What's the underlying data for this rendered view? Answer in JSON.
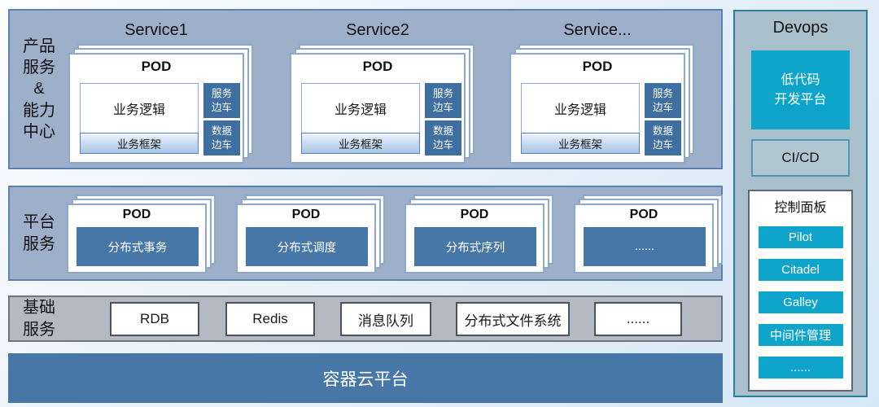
{
  "colors": {
    "section_fill": "#9dafc9",
    "section_border": "#5b82b5",
    "steel_blue": "#4677a6",
    "sidecar_blue": "#3f6fa0",
    "base_fill": "#b4bac4",
    "base_border": "#6e747e",
    "devops_fill": "#a9bfcb",
    "devops_border": "#2a7e99",
    "cyan": "#0fa5cb",
    "sheet_border": "#8fa9cc"
  },
  "product_section": {
    "label": "产品\n服务\n&\n能力\n中心",
    "services": [
      {
        "title": "Service1",
        "pod_label": "POD",
        "logic": "业务逻辑",
        "framework": "业务框架",
        "sidecar_top": "服务\n边车",
        "sidecar_bottom": "数据\n边车"
      },
      {
        "title": "Service2",
        "pod_label": "POD",
        "logic": "业务逻辑",
        "framework": "业务框架",
        "sidecar_top": "服务\n边车",
        "sidecar_bottom": "数据\n边车"
      },
      {
        "title": "Service...",
        "pod_label": "POD",
        "logic": "业务逻辑",
        "framework": "业务框架",
        "sidecar_top": "服务\n边车",
        "sidecar_bottom": "数据\n边车"
      }
    ]
  },
  "platform_section": {
    "label": "平台\n服务",
    "pods": [
      {
        "pod_label": "POD",
        "name": "分布式事务"
      },
      {
        "pod_label": "POD",
        "name": "分布式调度"
      },
      {
        "pod_label": "POD",
        "name": "分布式序列"
      },
      {
        "pod_label": "POD",
        "name": "......"
      }
    ]
  },
  "base_section": {
    "label": "基础\n服务",
    "items": [
      "RDB",
      "Redis",
      "消息队列",
      "分布式文件系统",
      "......"
    ]
  },
  "bottom_bar": {
    "label": "容器云平台"
  },
  "devops": {
    "title": "Devops",
    "lowcode": "低代码\n开发平台",
    "cicd": "CI/CD",
    "control": {
      "title": "控制面板",
      "buttons": [
        "Pilot",
        "Citadel",
        "Galley",
        "中间件管理",
        "......"
      ]
    }
  }
}
